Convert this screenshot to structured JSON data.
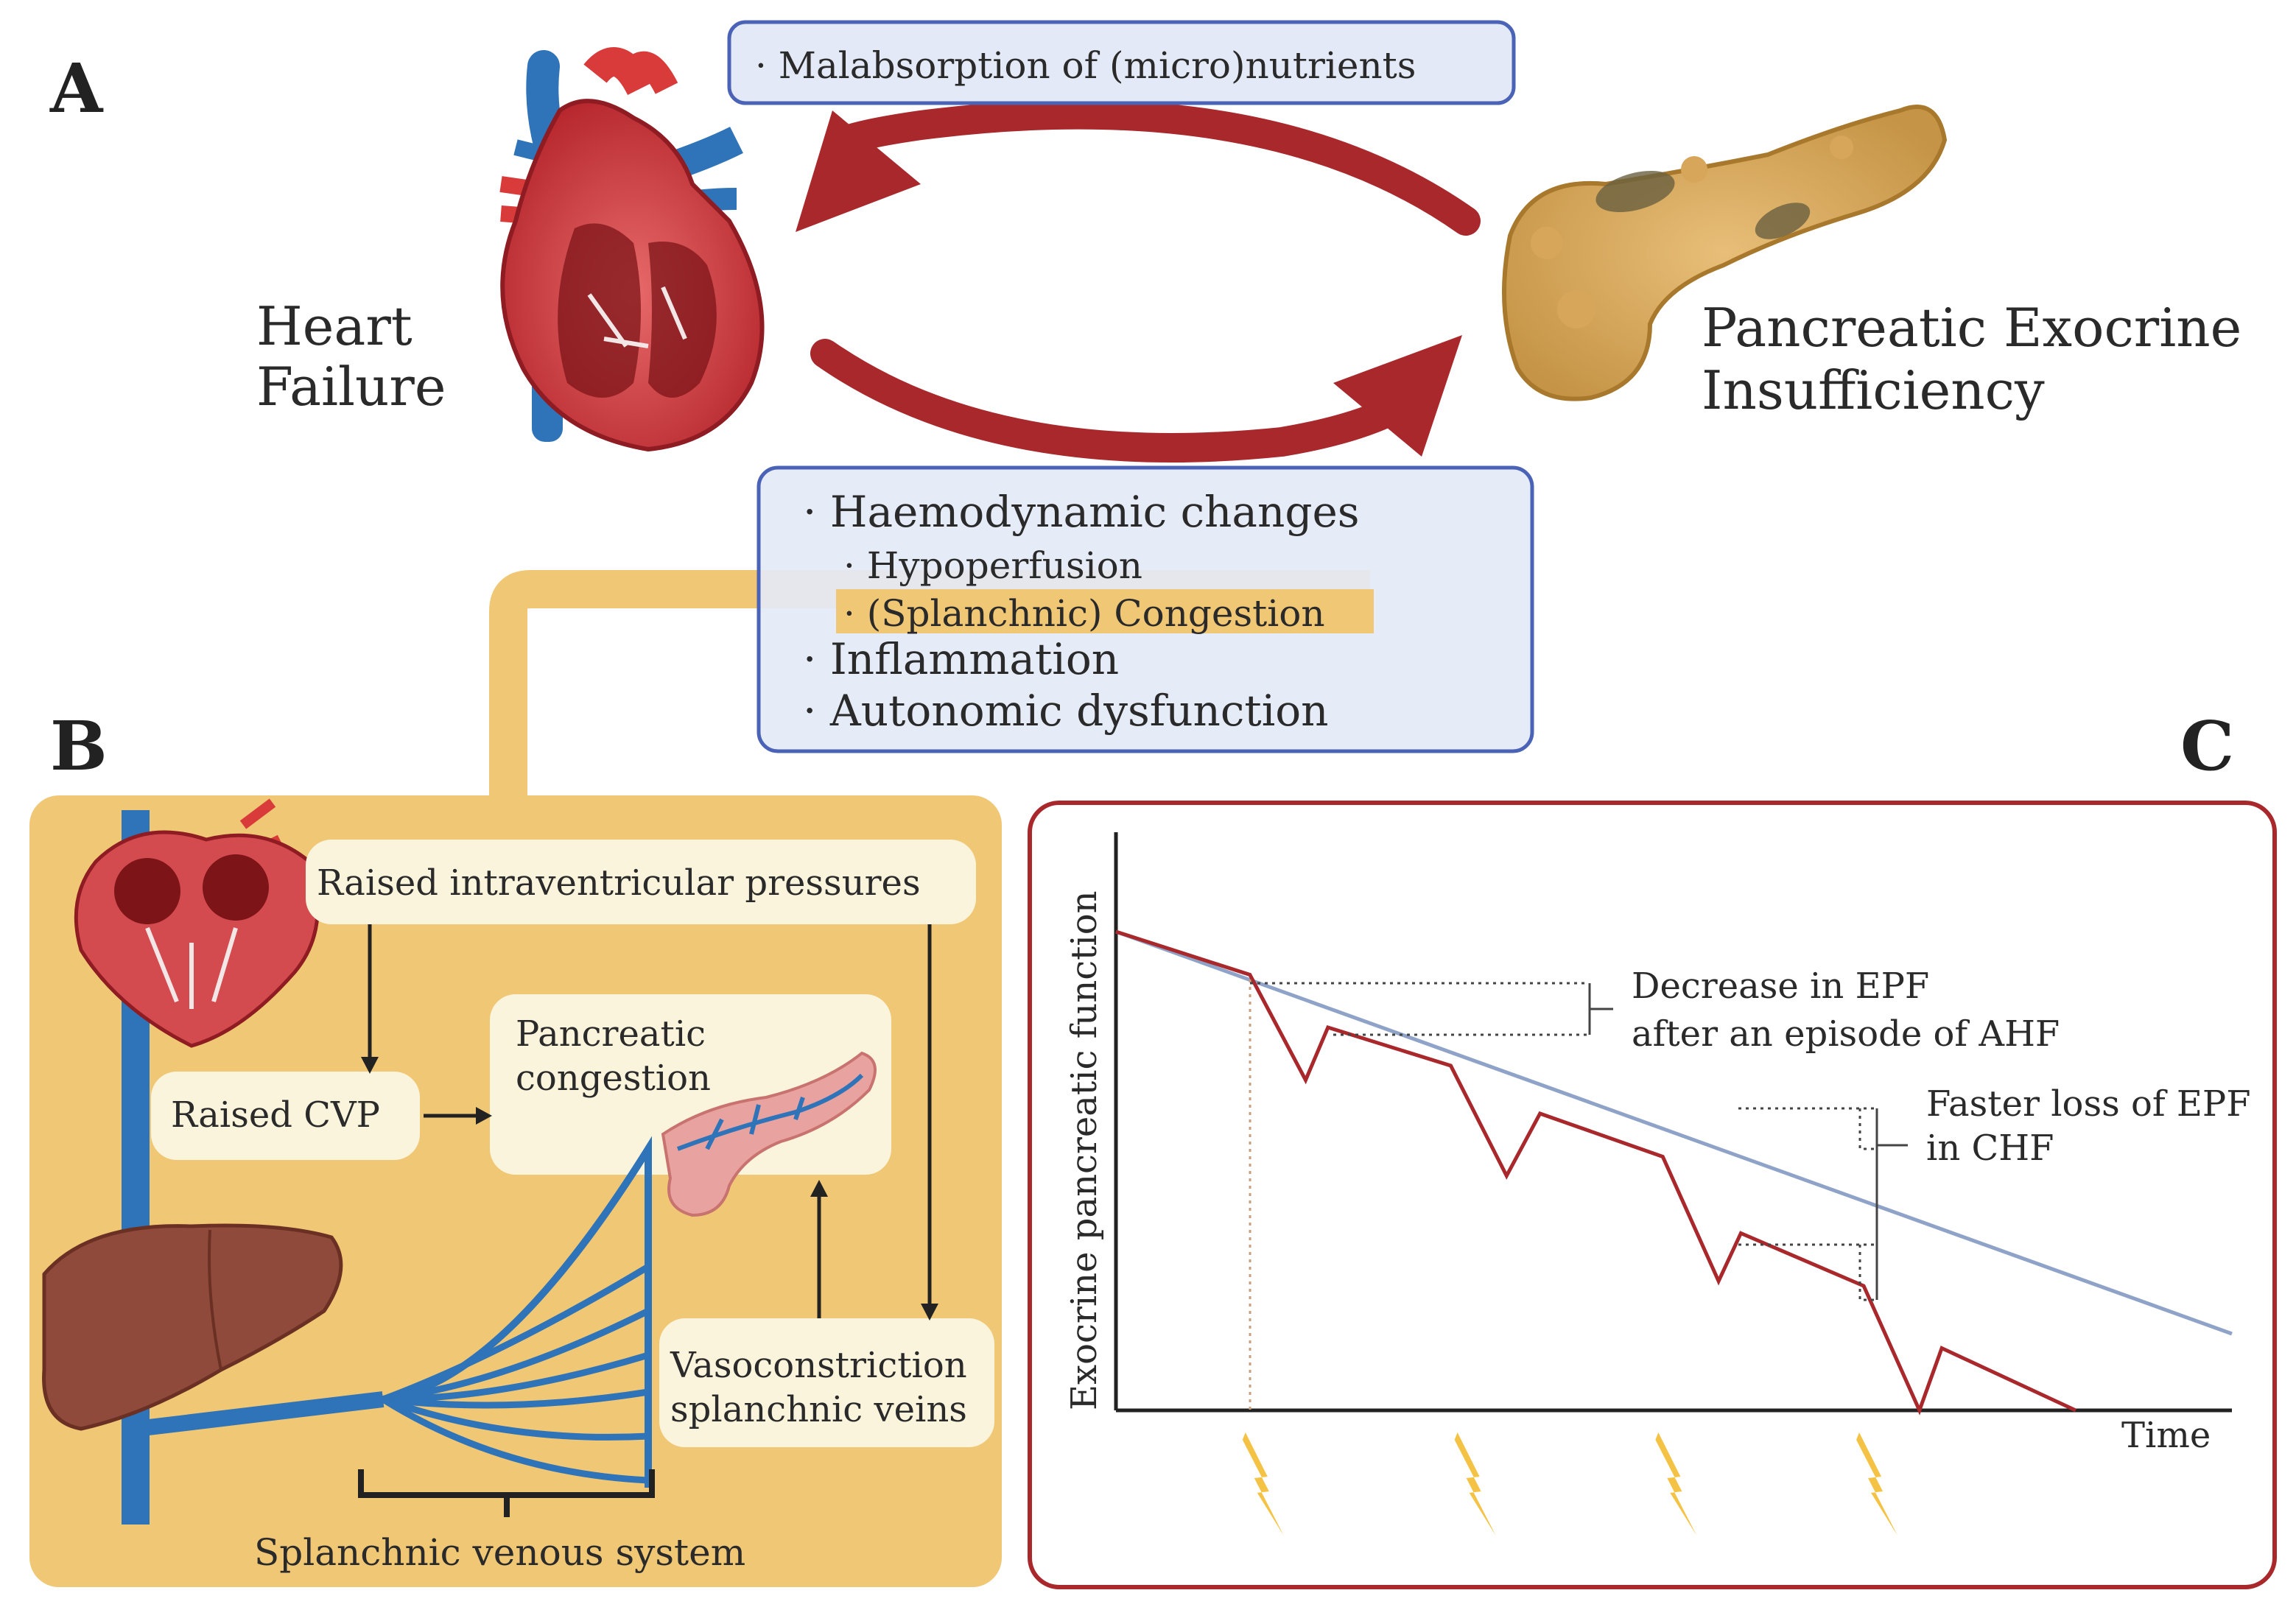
{
  "panels": {
    "a": "A",
    "b": "B",
    "c": "C"
  },
  "panel_a": {
    "left_label": [
      "Heart",
      "Failure"
    ],
    "right_label": [
      "Pancreatic Exocrine",
      "Insufficiency"
    ],
    "top_box": [
      "· Malabsorption of (micro)nutrients"
    ],
    "bottom_box": [
      "· Haemodynamic changes",
      "· Hypoperfusion",
      "· (Splanchnic) Congestion",
      "· Inflammation",
      "· Autonomic dysfunction"
    ]
  },
  "panel_b": {
    "raised_pressures": "Raised intraventricular pressures",
    "raised_cvp": "Raised CVP",
    "pancreatic_congestion": [
      "Pancreatic",
      "congestion"
    ],
    "vasoconstriction": [
      "Vasoconstriction",
      "splanchnic veins"
    ],
    "splanchnic_system": "Splanchnic venous system"
  },
  "panel_c": {
    "ylabel": "Exocrine pancreatic function",
    "xlabel": "Time",
    "annotation_1": [
      "Decrease in EPF",
      "after an episode of AHF"
    ],
    "annotation_2": [
      "Faster loss of EPF",
      "in CHF"
    ]
  },
  "chart_data": {
    "type": "line",
    "xlabel": "Time",
    "ylabel": "Exocrine pancreatic function",
    "series": [
      {
        "points": [
          [
            0,
            100
          ],
          [
            100,
            16
          ]
        ]
      },
      {
        "points": [
          [
            0,
            100
          ],
          [
            12,
            91
          ],
          [
            17,
            69
          ],
          [
            19,
            80
          ],
          [
            30,
            72
          ],
          [
            35,
            49
          ],
          [
            38,
            62
          ],
          [
            49,
            53
          ],
          [
            54,
            27
          ],
          [
            56,
            37
          ],
          [
            67,
            26
          ],
          [
            72,
            0
          ],
          [
            74,
            13
          ],
          [
            86,
            0
          ]
        ]
      }
    ],
    "events": [
      12,
      31,
      49,
      67
    ],
    "colors": {
      "normal": "#8fa3c8",
      "disease": "#a8282c",
      "event": "#f4c345"
    }
  }
}
